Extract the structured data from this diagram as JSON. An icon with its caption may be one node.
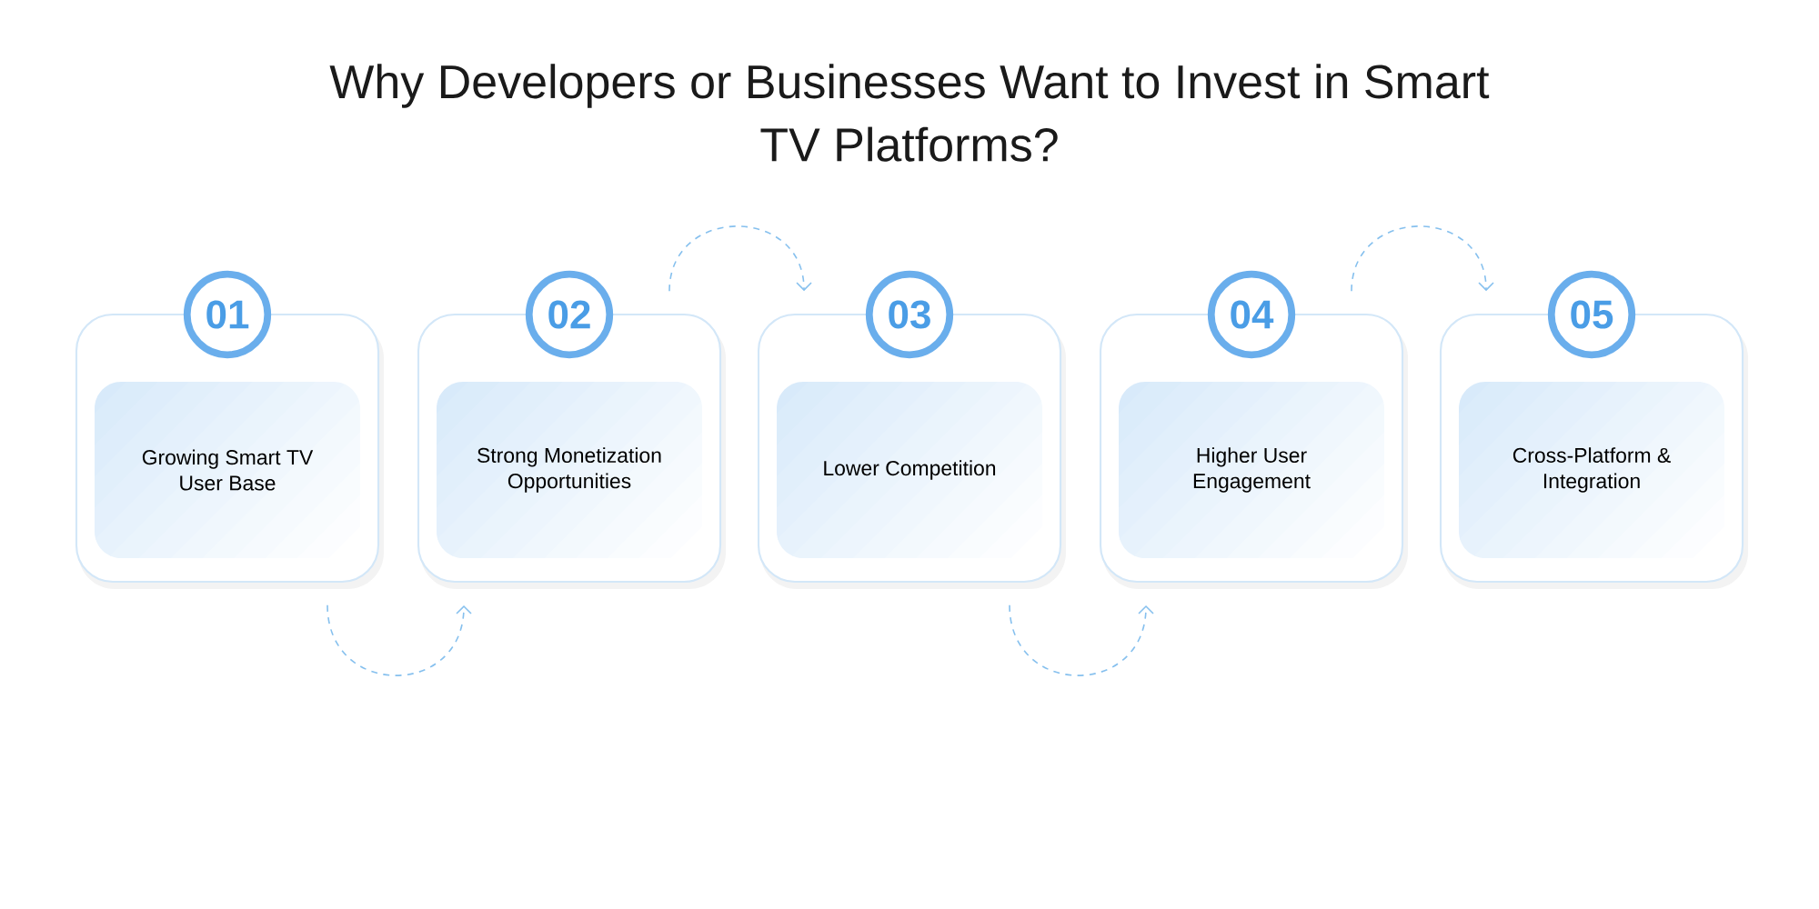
{
  "diagram": {
    "title": "Why Developers or Businesses Want to Invest in Smart TV Platforms?",
    "nodes": [
      {
        "text": [
          "01"
        ]
      },
      {
        "text": [
          "Growing Smart TV User Base"
        ]
      },
      {
        "text": [
          "02"
        ]
      },
      {
        "text": [
          "Strong Monetization Opportunities"
        ]
      },
      {
        "text": [
          "03"
        ]
      },
      {
        "text": [
          "Lower Competition"
        ]
      },
      {
        "text": [
          "04"
        ]
      },
      {
        "text": [
          "Higher User Engagement"
        ]
      },
      {
        "text": [
          "05"
        ]
      },
      {
        "text": [
          "Cross-Platform & Integration"
        ]
      }
    ],
    "edges": [
      {
        "from": 1,
        "to": 3,
        "arrow": "to",
        "style": "dashed"
      },
      {
        "from": 3,
        "to": 5,
        "arrow": "to",
        "style": "dashed"
      },
      {
        "from": 5,
        "to": 7,
        "arrow": "to",
        "style": "dashed"
      },
      {
        "from": 7,
        "to": 9,
        "arrow": "to",
        "style": "dashed"
      }
    ]
  }
}
